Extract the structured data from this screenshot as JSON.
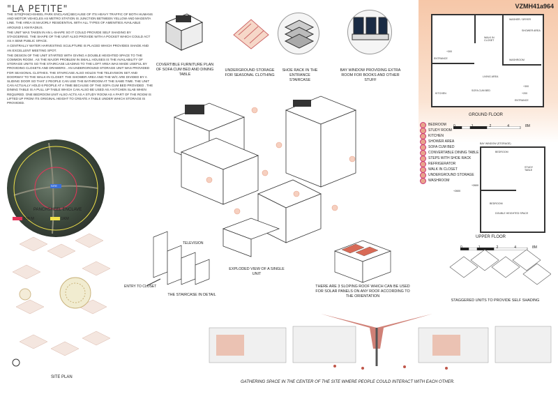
{
  "title": "\"LA PETITE\"",
  "code": "VZMH41a964",
  "description": [
    "THE SITE[PANCHSHEEL PARK ENCLAVE] BECAUSE OF ITS HEAVY TRAFFIC OF BOTH HUMANS AND MOTOR VEHICLES AS METRO STATION IS JUNCTION BETWEEN YELLOW AND MAGENTA LINE. THE AREA IS MAJORLY RESIDENTIAL WITH ALL TYPES OF AMENITIES AVAILABLE AROUND 1 KM RADIUS.",
    "THE UNIT WAS TAKEN IN AN L-SHAPE SO IT COULD PROVIDE SELF SHADING BY STAGGERING. THE SHAPE OF THE UNIT ALSO PROVIDE WITH A POCKET WHICH COULD ACT AS A SEMI PUBLIC SPACE.",
    "A CENTRALLY WATER HARVESTING SCULPTURE IS PLACED WHICH PROVIDES SHADE AND AN EXCELLENT MEETING SPOT.",
    "THE DESIGN OF THE UNIT STARTED WITH GIVING A DOUBLE HEIGHTED SPACE TO THE COMMON ROOM . AS THE MAJOR PROBLEM IN SMALL HOUSES IS THE AVAILABILITY OF STORAGE UNITS SO THE STAIRCASE LEADING TO THE LOFT AREA WAS MADE USEFUL BY PROVIDING CLOSETS AND DRAWERS . AN UNDERGROUND STORAGE UNIT WAS PROVIDED FOR SEASONAL CLOTHES. THE STAIRCASE ALSO HOLDS THE TELEVISION SET AND DOORWAY TO THE WALK-IN CLOSET. THE SHOWER AREA AND THE W/C ARE DIVIDED BY A SLIDING DOOR SO THAT 2 PEOPLE CAN USE THE BATHROOM AT THE SAME TIME. THE UNIT CAN ACTUALLY HOLD 6 PEOPLE AT A TIME BECAUSE OF THE SOFA CUM BED PROVIDED . THE DINING TABLE IS A PULL UP TABLE WHICH CAN ALSO BE USED AS A KITCHEN SLAB WHEN REQUIRED. ONE BEDROOM UNIT ALSO ACTS AS A STUDY ROOM AS A PART OF THE ROOM IS LIFTED UP FROM ITS ORIGINAL HEIGHT TO CREATE A TABLE UNDER WHICH STORAGE IS PROVIDED."
  ],
  "site": {
    "label": "SITE",
    "name": "PANCHSHEEL ENCLAVE",
    "legend": [
      {
        "label": "500 M",
        "color": "#e8345a"
      },
      {
        "label": "1KM",
        "color": "#f2e34a"
      }
    ],
    "plan_caption": "SITE PLAN"
  },
  "insets": [
    {
      "caption": "COVERTIBLE FURNITURE PLAN OF SOFA CUM BED AND DINING TABLE"
    },
    {
      "caption": "UNDERGROUND STORAGE FOR SEASONAL CLOTHING"
    },
    {
      "caption": "SHOE RACK IN THE ENTRANCE STAIRCASE"
    },
    {
      "caption": "BAY WINDOW PROVIDING EXTRA ROOM FOR BOOKS AND OTHER STUFF"
    }
  ],
  "ground_floor": {
    "title": "GROUND FLOOR",
    "rooms": [
      "WASHER / DRYER",
      "SHOWER AREA",
      "WALK IN CLOSET",
      "ENTRANCE",
      "WASHROOM",
      "LIVING AREA",
      "KITCHEN",
      "SOFA CUM BED",
      "ENTRANCE"
    ],
    "levels": [
      "+300",
      "+300",
      "+200"
    ],
    "scale": [
      "0",
      "1",
      "2",
      "4",
      "8M"
    ]
  },
  "legend": [
    "BEDROOM",
    "STUDY ROOM",
    "KITCHEN",
    "SHOWER AREA",
    "SOFA CUM BED",
    "CONVERTABLE DINING TABLE",
    "STEPS WITH SHOE RACK",
    "REFRIGERATOR",
    "WALK IN CLOSET",
    "UNDERGROUND STORAGE",
    "WASHROOM"
  ],
  "upper_floor": {
    "title": "UPPER FLOOR",
    "rooms": [
      "BAY WINDOW (STORAGE)",
      "BEDROOM",
      "STUDY TABLE",
      "BEDROOM",
      "DOUBLE HEIGHTED SPACE"
    ],
    "levels": [
      "+2600",
      "+2600"
    ],
    "scale": [
      "0",
      "1",
      "2",
      "4",
      "8M"
    ]
  },
  "labels": {
    "television": "TELEVISION",
    "entry_closet": "ENTRY TO CLOSET",
    "staircase": "THE STAIRCASE IN DETAIL",
    "exploded": "EXPLODED VIEW OF A SINGLE UNIT",
    "roof": "THERE ARE 3 SLOPING ROOF WHICH CAN BE USED FOR SOLAR PANELS ON ANY ROOF ACCORDING TO THE ORIENTATION",
    "staggered": "STAGGERED UNITS TO PROVIDE SELF SHADING",
    "gathering": "GATHERING SPACE IN THE CENTER OF THE SITE WHERE PEOPLE COULD INTERACT WITH EACH OTHER."
  }
}
